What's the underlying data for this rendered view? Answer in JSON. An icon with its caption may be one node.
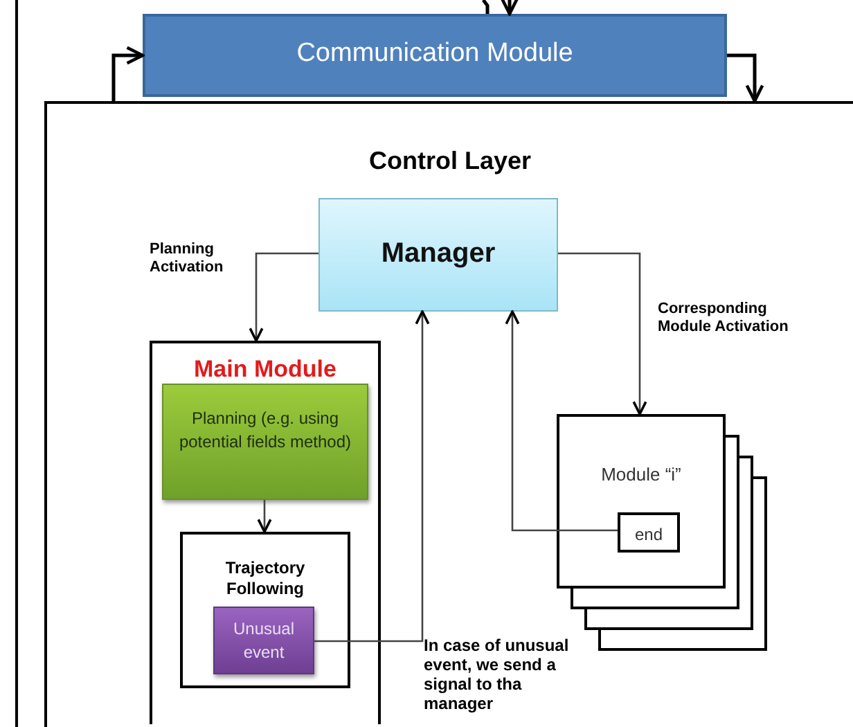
{
  "diagram": {
    "nodes": [
      {
        "text": [
          "Communication Module"
        ]
      },
      {
        "text": [
          "Control Layer"
        ]
      },
      {
        "text": [
          "Manager"
        ],
        "in": 1
      },
      {
        "text": [
          "Main Module"
        ],
        "in": 1
      },
      {
        "text": [
          "Planning (e.g. using  potential fields method)"
        ],
        "in": 3
      },
      {
        "text": [
          "Trajectory Following"
        ],
        "in": 3
      },
      {
        "text": [
          "Unusual event"
        ],
        "in": 5
      },
      {
        "text": [
          "Module “i”"
        ],
        "in": 1
      },
      {
        "text": [
          "end"
        ],
        "in": 7
      }
    ],
    "edges": [
      {
        "from": null,
        "to": 0,
        "arrow": "to"
      },
      {
        "from": 0,
        "to": null,
        "arrow": "none"
      },
      {
        "from": 1,
        "to": 0,
        "arrow": "to"
      },
      {
        "from": 0,
        "to": 1,
        "arrow": "to"
      },
      {
        "from": 2,
        "to": 3,
        "arrow": "to",
        "label": "Planning Activation"
      },
      {
        "from": 2,
        "to": 7,
        "arrow": "to",
        "label": "Corresponding Module Activation"
      },
      {
        "from": 4,
        "to": 5,
        "arrow": "to"
      },
      {
        "from": 8,
        "to": 2,
        "arrow": "to"
      },
      {
        "from": 6,
        "to": 2,
        "arrow": "to",
        "label": "In case of unusual event, we send a signal to tha manager"
      }
    ]
  }
}
